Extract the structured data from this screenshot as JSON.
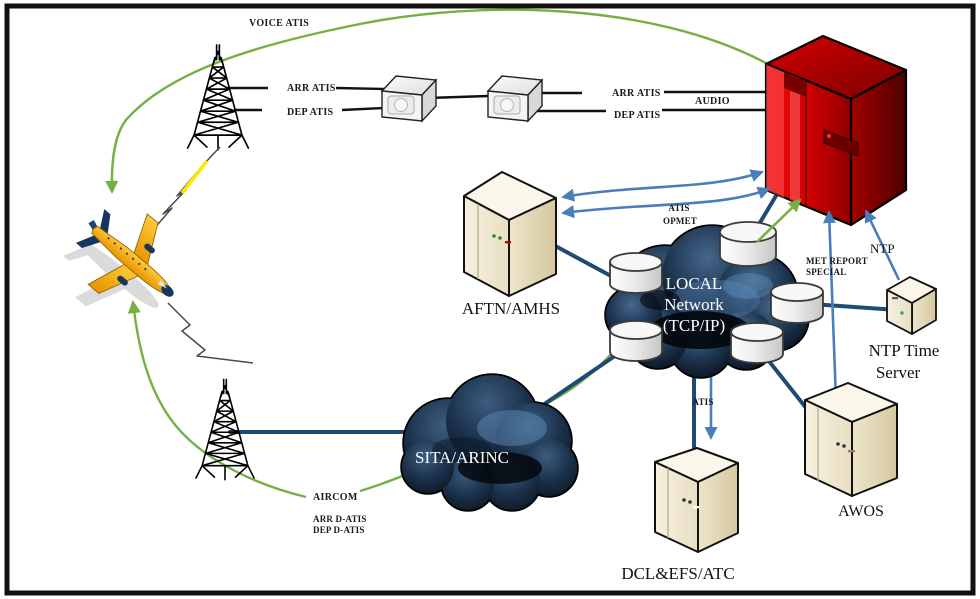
{
  "diagram_title": "ATIS / D-ATIS system network diagram",
  "labels": {
    "voice_atis": "VOICE ATIS",
    "arr_atis_tower": "ARR ATIS",
    "dep_atis_tower": "DEP ATIS",
    "arr_atis_server": "ARR ATIS",
    "audio": "AUDIO",
    "dep_atis_server": "DEP ATIS",
    "atis_opmet_1": "ATIS",
    "atis_opmet_2": "OPMET",
    "met_report_1": "MET REPORT",
    "met_report_2": "SPECIAL",
    "ntp": "NTP",
    "atis_dcl": "ATIS",
    "aircom": "AIRCOM",
    "arr_d_atis": "ARR D-ATIS",
    "dep_d_atis": "DEP D-ATIS"
  },
  "nodes": {
    "aftn_amhs": {
      "label": "AFTN/AMHS"
    },
    "local_network": {
      "line1": "LOCAL",
      "line2": "Network",
      "line3": "(TCP/IP)"
    },
    "sita_arinc": {
      "label": "SITA/ARINC"
    },
    "ntp_server": {
      "line1": "NTP Time",
      "line2": "Server"
    },
    "awos": {
      "label": "AWOS"
    },
    "dcl": {
      "label": "DCL&EFS/ATC"
    }
  },
  "colors": {
    "voice_path_green": "#76b043",
    "network_navy": "#1f4a73",
    "data_blue": "#4a7ebb",
    "atis_server_red": "#cc0000",
    "cabinet_beige": "#efe8d2",
    "bolt_yellow": "#ffe600"
  }
}
